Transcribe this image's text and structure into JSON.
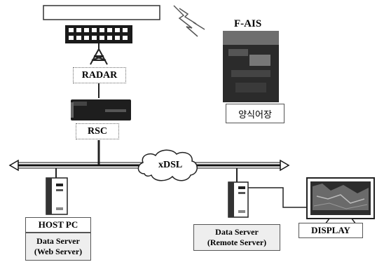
{
  "labels": {
    "radar": "RADAR",
    "rsc": "RSC",
    "fais": "F-AIS",
    "farm": "양식어장",
    "xdsl": "xDSL",
    "host_pc": "HOST PC",
    "data_server_web_line1": "Data Server",
    "data_server_web_line2": "(Web Server)",
    "data_server_remote_line1": "Data Server",
    "data_server_remote_line2": "(Remote Server)",
    "display": "DISPLAY"
  }
}
